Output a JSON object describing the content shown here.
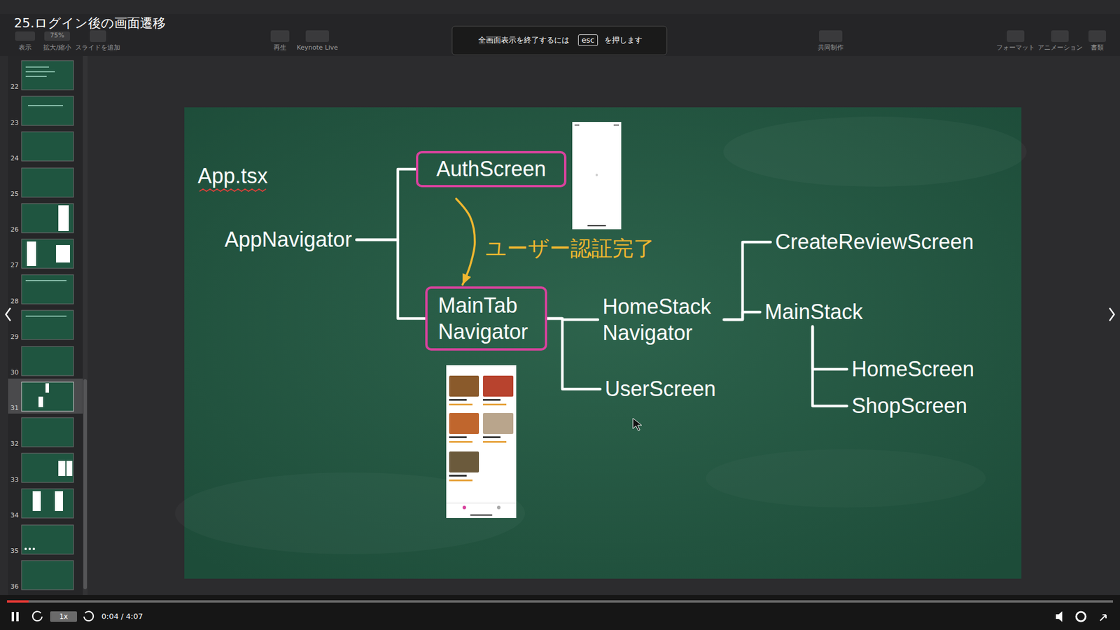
{
  "diagram": {
    "title": "25.ログイン後の画面遷移",
    "nodes": [
      {
        "text": [
          "AuthScreen"
        ]
      },
      {
        "text": [
          "AppNavigator"
        ]
      },
      {
        "text": [
          "CreateReviewScreen"
        ]
      },
      {
        "text": [
          "MainTab Navigator"
        ]
      },
      {
        "text": [
          "HomeStack Navigator"
        ]
      },
      {
        "text": [
          "MainStack"
        ]
      },
      {
        "text": [
          "HomeScreen"
        ]
      },
      {
        "text": [
          "UserScreen"
        ]
      },
      {
        "text": [
          "ShopScreen"
        ]
      }
    ],
    "edges": [
      {
        "from": 1,
        "to": 0,
        "arrow": "none"
      },
      {
        "from": 1,
        "to": 3,
        "arrow": "none"
      },
      {
        "from": 0,
        "to": 3,
        "label": "ユーザー認証完了",
        "arrow": "to"
      },
      {
        "from": 3,
        "to": 4,
        "arrow": "none"
      },
      {
        "from": 3,
        "to": 7,
        "arrow": "none"
      },
      {
        "from": 4,
        "to": 2,
        "arrow": "none"
      },
      {
        "from": 4,
        "to": 5,
        "arrow": "none"
      },
      {
        "from": 5,
        "to": 6,
        "arrow": "none"
      },
      {
        "from": 5,
        "to": 8,
        "arrow": "none"
      }
    ],
    "labels": [
      "表示",
      "75%",
      "拡大/縮小",
      "スライドを追加",
      "再生",
      "Keynote Live",
      "共同制作",
      "フォーマット",
      "アニメーション",
      "書類",
      "全画面表示を終了するには",
      "esc",
      "を押します",
      "22",
      "23",
      "24",
      "25",
      "26",
      "27",
      "28",
      "29",
      "30",
      "31",
      "32",
      "33",
      "34",
      "35",
      "36",
      "App.tsx",
      "1x",
      "0:04 / 4:07"
    ]
  }
}
